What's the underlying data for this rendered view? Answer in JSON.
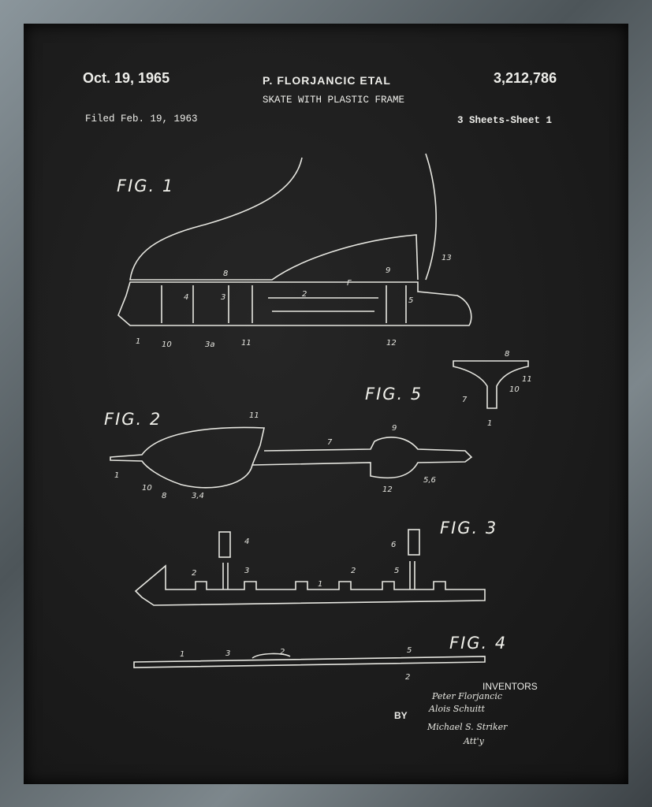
{
  "header": {
    "date": "Oct. 19, 1965",
    "inventor": "P. FLORJANCIC ETAL",
    "patent_number": "3,212,786",
    "title": "SKATE WITH PLASTIC FRAME",
    "filed": "Filed Feb. 19, 1963",
    "sheets": "3 Sheets-Sheet 1"
  },
  "figures": {
    "fig1": "FIG. 1",
    "fig2": "FIG. 2",
    "fig3": "FIG. 3",
    "fig4": "FIG. 4",
    "fig5": "FIG. 5"
  },
  "labels": {
    "fig1": [
      "8",
      "9",
      "13",
      "F",
      "2",
      "4",
      "3",
      "5",
      "1",
      "10",
      "3a",
      "11",
      "12"
    ],
    "fig2": [
      "11",
      "9",
      "7",
      "1",
      "10",
      "8",
      "3,4",
      "12",
      "5,6"
    ],
    "fig3": [
      "4",
      "6",
      "2",
      "3",
      "2",
      "5",
      "1"
    ],
    "fig4": [
      "1",
      "3",
      "2",
      "5",
      "2"
    ],
    "fig5": [
      "8",
      "11",
      "7",
      "10",
      "1"
    ]
  },
  "signature": {
    "inventors_label": "INVENTORS",
    "inventor_1": "Peter Florjancic",
    "inventor_2": "Alois Schuitt",
    "by_label": "BY",
    "attorney": "Michael S. Striker",
    "att_label": "Att'y"
  }
}
